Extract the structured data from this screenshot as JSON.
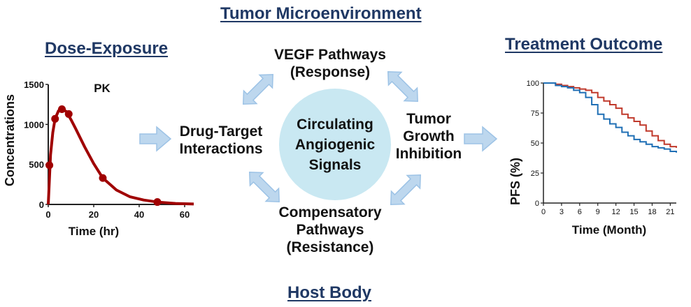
{
  "headings": {
    "tumor_microenvironment": "Tumor Microenvironment",
    "dose_exposure": "Dose-Exposure",
    "treatment_outcome": "Treatment Outcome",
    "host_body": "Host Body"
  },
  "center": {
    "lines": [
      "Circulating",
      "Angiogenic",
      "Signals"
    ],
    "color": "#c9e8f2"
  },
  "nodes": {
    "vegf": [
      "VEGF Pathways",
      "(Response)"
    ],
    "tumor_growth": [
      "Tumor",
      "Growth",
      "Inhibition"
    ],
    "compensatory": [
      "Compensatory",
      "Pathways",
      "(Resistance)"
    ],
    "drug_target": [
      "Drug-Target",
      "Interactions"
    ]
  },
  "colors": {
    "heading": "#1f3864",
    "pk_curve": "#a00000",
    "arrow_fill": "#bdd7ee",
    "arrow_stroke": "#9dc3e6",
    "km_red": "#c0392b",
    "km_blue": "#1f6fb5"
  },
  "chart_data": [
    {
      "type": "line",
      "title": "PK",
      "xlabel": "Time (hr)",
      "ylabel": "Concentrations",
      "xlim": [
        0,
        64
      ],
      "ylim": [
        0,
        1500
      ],
      "xticks": [
        "0",
        "20",
        "40",
        "60"
      ],
      "yticks": [
        "0",
        "500",
        "1000",
        "1500"
      ],
      "series": [
        {
          "points": [
            [
              0.5,
              490
            ],
            [
              3,
              1070
            ],
            [
              6,
              1190
            ],
            [
              9,
              1130
            ],
            [
              24,
              330
            ],
            [
              48,
              30
            ]
          ],
          "curve": [
            [
              0,
              0
            ],
            [
              1,
              620
            ],
            [
              2,
              900
            ],
            [
              3,
              1070
            ],
            [
              4.5,
              1170
            ],
            [
              6,
              1195
            ],
            [
              8,
              1160
            ],
            [
              10,
              1060
            ],
            [
              12,
              950
            ],
            [
              16,
              720
            ],
            [
              20,
              510
            ],
            [
              24,
              330
            ],
            [
              30,
              180
            ],
            [
              36,
              95
            ],
            [
              42,
              55
            ],
            [
              48,
              30
            ],
            [
              56,
              12
            ],
            [
              64,
              5
            ]
          ]
        }
      ]
    },
    {
      "type": "line",
      "title": "",
      "xlabel": "Time (Month)",
      "ylabel": "PFS (%)",
      "xlim": [
        0,
        22
      ],
      "ylim": [
        0,
        100
      ],
      "xticks": [
        "0",
        "3",
        "6",
        "9",
        "12",
        "15",
        "18",
        "21"
      ],
      "yticks": [
        "0",
        "25",
        "50",
        "75",
        "100"
      ],
      "series": [
        {
          "color": "#c0392b",
          "points": [
            [
              0,
              100
            ],
            [
              1,
              100
            ],
            [
              2,
              99
            ],
            [
              3,
              98
            ],
            [
              4,
              97
            ],
            [
              5,
              96
            ],
            [
              6,
              95
            ],
            [
              7,
              94
            ],
            [
              8,
              92
            ],
            [
              9,
              88
            ],
            [
              10,
              85
            ],
            [
              11,
              82
            ],
            [
              12,
              79
            ],
            [
              13,
              74
            ],
            [
              14,
              71
            ],
            [
              15,
              68
            ],
            [
              16,
              65
            ],
            [
              17,
              60
            ],
            [
              18,
              56
            ],
            [
              19,
              52
            ],
            [
              20,
              49
            ],
            [
              21,
              47
            ],
            [
              22,
              46
            ]
          ]
        },
        {
          "color": "#1f6fb5",
          "points": [
            [
              0,
              100
            ],
            [
              1,
              100
            ],
            [
              2,
              98
            ],
            [
              3,
              97
            ],
            [
              4,
              96
            ],
            [
              5,
              94
            ],
            [
              6,
              92
            ],
            [
              7,
              88
            ],
            [
              8,
              82
            ],
            [
              9,
              74
            ],
            [
              10,
              70
            ],
            [
              11,
              66
            ],
            [
              12,
              63
            ],
            [
              13,
              59
            ],
            [
              14,
              56
            ],
            [
              15,
              53
            ],
            [
              16,
              51
            ],
            [
              17,
              49
            ],
            [
              18,
              47
            ],
            [
              19,
              46
            ],
            [
              20,
              45
            ],
            [
              21,
              43
            ],
            [
              22,
              42
            ]
          ]
        }
      ]
    }
  ]
}
